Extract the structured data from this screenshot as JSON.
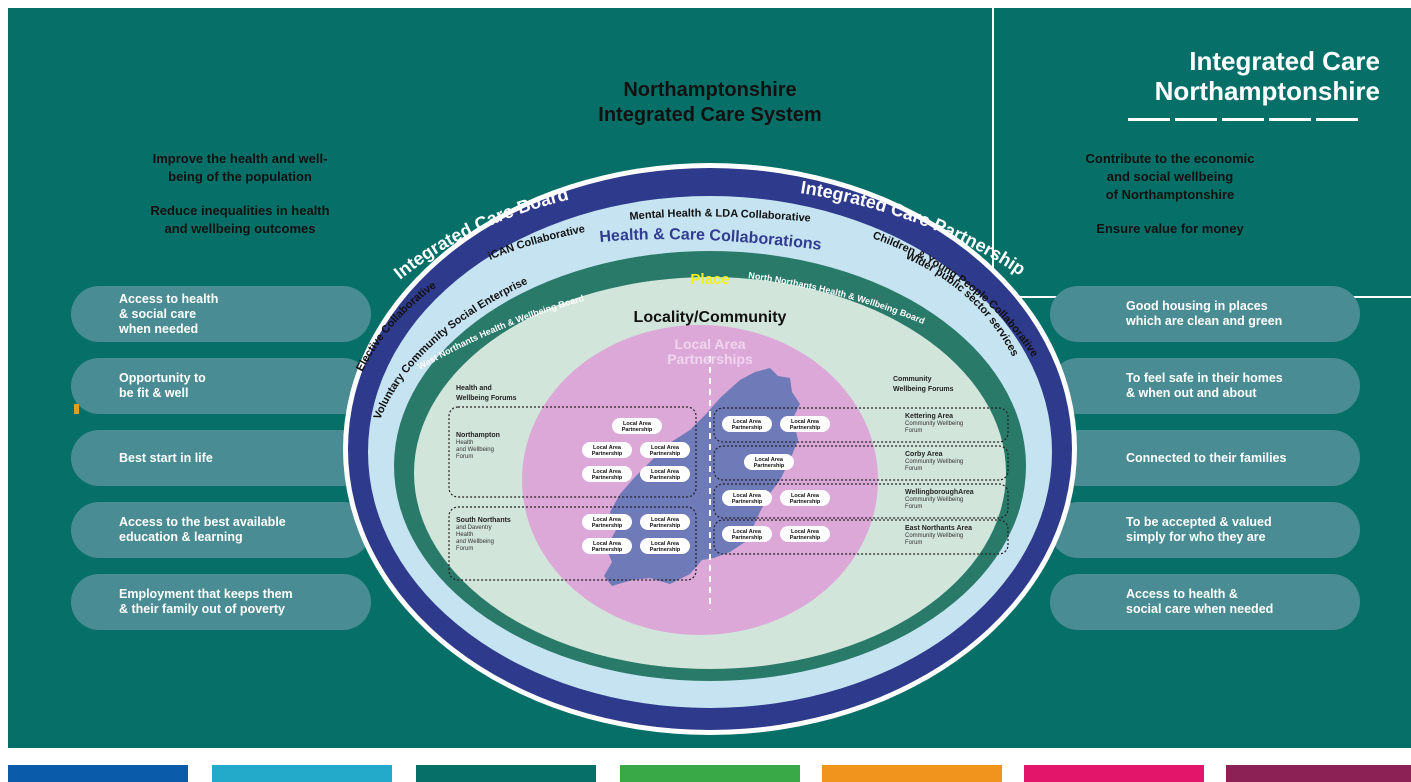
{
  "brand": {
    "line1": "Integrated Care",
    "line2": "Northamptonshire"
  },
  "title": {
    "line1": "Northamptonshire",
    "line2": "Integrated Care System"
  },
  "left_goals": [
    "Improve the health and well-",
    "being of the population",
    "",
    "Reduce inequalities in health",
    "and wellbeing outcomes"
  ],
  "right_goals": [
    "Contribute to the economic",
    "and social wellbeing",
    "of Northamptonshire",
    "",
    "Ensure value for money"
  ],
  "left_pills": [
    "Access to health\n& social care\nwhen needed",
    "Opportunity to\nbe fit & well",
    "Best start in life",
    "Access to the best available\neducation & learning",
    "Employment that keeps them\n& their family out of poverty"
  ],
  "right_pills": [
    "Good housing in places\nwhich are clean and green",
    "To feel safe in their homes\n& when out and about",
    "Connected to their families",
    "To be accepted & valued\nsimply for who they are",
    "Access to health &\nsocial care when needed"
  ],
  "ring_outer": {
    "left": "Integrated Care Board",
    "right": "Integrated Care Partnership"
  },
  "collaborations": {
    "heading": "Health & Care Collaborations",
    "mental_health": "Mental Health & LDA Collaborative",
    "ican": "iCAN Collaborative",
    "elective": "Elective Collaborative",
    "voluntary": "Voluntary Community Social Enterprise",
    "children": "Children & Young People Collaborative",
    "wider": "Wider public sector services"
  },
  "place": {
    "heading": "Place",
    "west": "West Northants Health & Wellbeing Board",
    "north": "North Northants Health & Wellbeing Board"
  },
  "locality": {
    "heading": "Locality/Community",
    "lap_heading": [
      "Local Area",
      "Partnerships"
    ],
    "hwb_forums": [
      "Health and",
      "Wellbeing Forums"
    ],
    "cwb_forums": [
      "Community",
      "Wellbeing Forums"
    ],
    "lap_label": [
      "Local Area",
      "Partnership"
    ],
    "west_forums": [
      {
        "lines": [
          "Northampton",
          "Health",
          "and Wellbeing",
          "Forum"
        ]
      },
      {
        "lines": [
          "South Northants",
          "and Daventry",
          "Health",
          "and Wellbeing",
          "Forum"
        ]
      }
    ],
    "north_forums": [
      {
        "lines": [
          "Kettering Area",
          "Community Wellbeing",
          "Forum"
        ]
      },
      {
        "lines": [
          "Corby Area",
          "Community Wellbeing",
          "Forum"
        ]
      },
      {
        "lines": [
          "WellingboroughArea",
          "Community Wellbeing",
          "Forum"
        ]
      },
      {
        "lines": [
          "East Northants Area",
          "Community Wellbeing",
          "Forum"
        ]
      }
    ]
  },
  "colors": {
    "background": "#067068",
    "ring_navy": "#2e3a8c",
    "ring_light": "#c6e3f2",
    "ring_teal": "#2a7a6a",
    "inner": "#d2e5da",
    "circle": "#dca8d8",
    "map": "#6f7ab8",
    "place": "#f3f01a",
    "bottom_bars": [
      "#0a5cab",
      "#23a9c9",
      "#067068",
      "#39a948",
      "#f0941e",
      "#e2156b",
      "#8c2155"
    ]
  }
}
